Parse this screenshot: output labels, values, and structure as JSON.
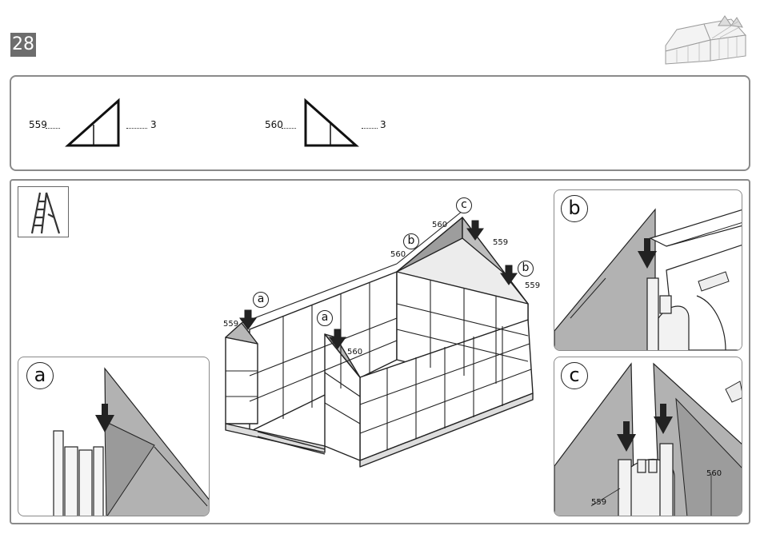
{
  "step_number": "28",
  "parts": [
    {
      "id": "559",
      "qty": "3"
    },
    {
      "id": "560",
      "qty": "3"
    }
  ],
  "callouts": {
    "a": "a",
    "b": "b",
    "c": "c"
  },
  "labels": {
    "p559": "559",
    "p560": "560"
  },
  "icons": {
    "ladder": "ladder-icon",
    "greenhouse": "greenhouse-thumbnail-icon"
  }
}
